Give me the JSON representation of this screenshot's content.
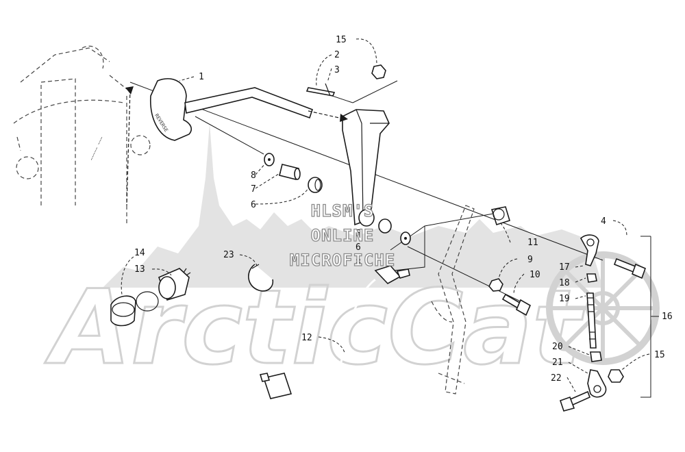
{
  "watermark": {
    "lines": [
      "HLSM'S",
      "ONLINE",
      "MICROFICHE"
    ],
    "brand": "ArcticCat"
  },
  "callouts": [
    {
      "id": "1",
      "text": "1"
    },
    {
      "id": "2",
      "text": "2"
    },
    {
      "id": "3",
      "text": "3"
    },
    {
      "id": "4",
      "text": "4"
    },
    {
      "id": "5a",
      "text": "5"
    },
    {
      "id": "6a",
      "text": "6"
    },
    {
      "id": "6b",
      "text": "6"
    },
    {
      "id": "7",
      "text": "7"
    },
    {
      "id": "8a",
      "text": "8"
    },
    {
      "id": "8b",
      "text": "8"
    },
    {
      "id": "9",
      "text": "9"
    },
    {
      "id": "10",
      "text": "10"
    },
    {
      "id": "11",
      "text": "11"
    },
    {
      "id": "12",
      "text": "12"
    },
    {
      "id": "13",
      "text": "13"
    },
    {
      "id": "14",
      "text": "14"
    },
    {
      "id": "15a",
      "text": "15"
    },
    {
      "id": "15b",
      "text": "15"
    },
    {
      "id": "16",
      "text": "16"
    },
    {
      "id": "17",
      "text": "17"
    },
    {
      "id": "18",
      "text": "18"
    },
    {
      "id": "19",
      "text": "19"
    },
    {
      "id": "20",
      "text": "20"
    },
    {
      "id": "21",
      "text": "21"
    },
    {
      "id": "22",
      "text": "22"
    },
    {
      "id": "23",
      "text": "23"
    }
  ]
}
